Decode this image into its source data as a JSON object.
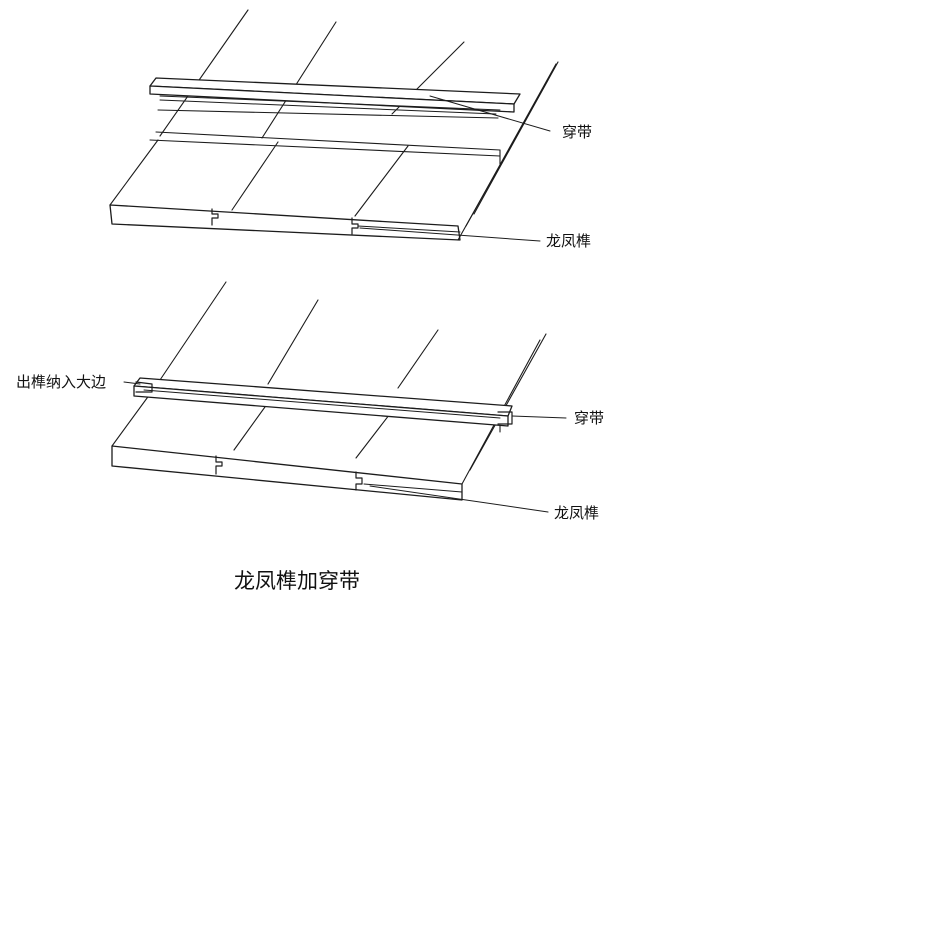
{
  "figure": {
    "caption": "龙凤榫加穿带",
    "top_diagram": {
      "label_batten": "穿带",
      "label_joint": "龙凤榫"
    },
    "bottom_diagram": {
      "label_tenon_edge": "出榫纳入大边",
      "label_batten": "穿带",
      "label_joint": "龙凤榫"
    }
  }
}
